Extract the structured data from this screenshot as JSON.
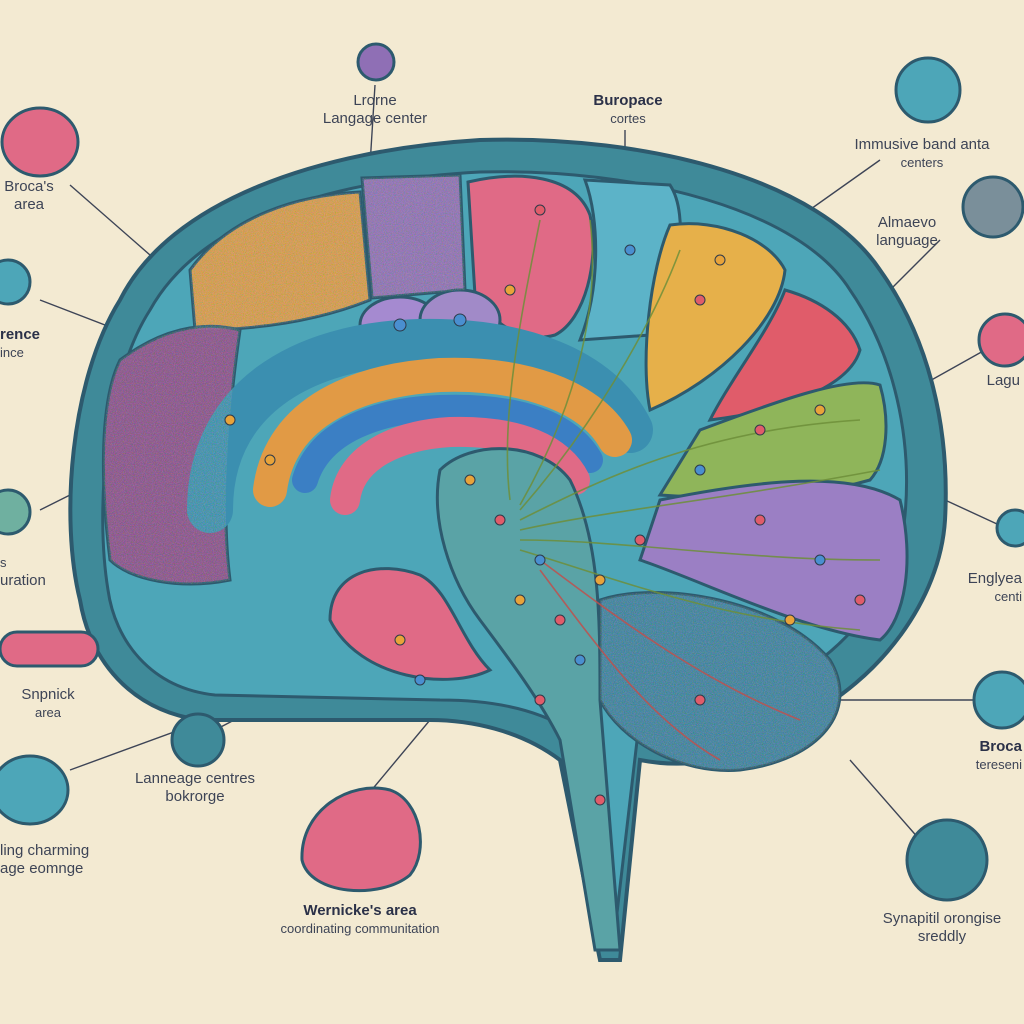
{
  "colors": {
    "background": "#f3ead2",
    "outline": "#2d5a6e",
    "skull": "#3f8a99",
    "leader": "#3d4456",
    "teal": "#4da6b8",
    "orange": "#e19a45",
    "pink": "#e06a86",
    "purple": "#9b7fc4",
    "green": "#8fb55a",
    "red": "#e05c6a",
    "yellow": "#e6b04a",
    "stem": "#5aa3a6"
  },
  "labels": [
    {
      "id": "brocas-area-left",
      "lines": [
        "Broca's",
        "area"
      ],
      "bold": [
        false,
        false
      ]
    },
    {
      "id": "lrorne-center",
      "lines": [
        "Lrorne",
        "Langage center"
      ],
      "bold": [
        false,
        false
      ]
    },
    {
      "id": "buropace",
      "lines": [
        "Buropace",
        "cortes"
      ],
      "bold": [
        true,
        false
      ]
    },
    {
      "id": "immusive-centers",
      "lines": [
        "Immusive band anta",
        "centers"
      ],
      "bold": [
        false,
        false
      ]
    },
    {
      "id": "almaevo-language",
      "lines": [
        "Almaevo",
        "language"
      ],
      "bold": [
        false,
        false
      ]
    },
    {
      "id": "rence-ince",
      "lines": [
        "rence",
        "ince"
      ],
      "bold": [
        true,
        false
      ]
    },
    {
      "id": "lagu",
      "lines": [
        "Lagu"
      ],
      "bold": [
        false
      ]
    },
    {
      "id": "s-uration",
      "lines": [
        "s",
        "uration"
      ],
      "bold": [
        false,
        false
      ]
    },
    {
      "id": "englyea-cent",
      "lines": [
        "Englyea",
        "centi"
      ],
      "bold": [
        false,
        false
      ]
    },
    {
      "id": "snpnick-area",
      "lines": [
        "Snpnick",
        "area"
      ],
      "bold": [
        false,
        false
      ]
    },
    {
      "id": "broca-right",
      "lines": [
        "Broca",
        "tereseni"
      ],
      "bold": [
        true,
        false
      ]
    },
    {
      "id": "lanneage-centres",
      "lines": [
        "Lanneage centres",
        "bokrorge"
      ],
      "bold": [
        false,
        false
      ]
    },
    {
      "id": "ling-charming",
      "lines": [
        "ling charming",
        "age eomnge"
      ],
      "bold": [
        false,
        false
      ]
    },
    {
      "id": "wernickes-area",
      "lines": [
        "Wernicke's area",
        "coordinating communitation"
      ],
      "bold": [
        true,
        false
      ]
    },
    {
      "id": "synaptic-node",
      "lines": [
        "Synapitil orongise",
        "sreddly"
      ],
      "bold": [
        false,
        false
      ]
    }
  ]
}
